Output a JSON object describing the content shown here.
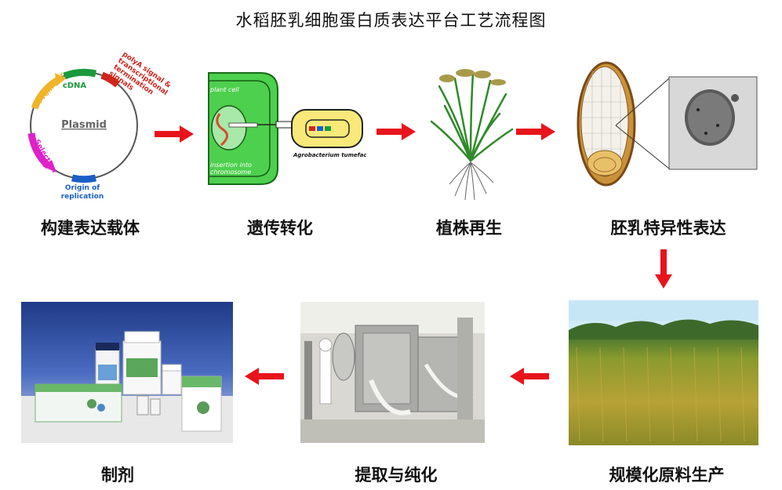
{
  "title": "水稻胚乳细胞蛋白质表达平台工艺流程图",
  "steps": [
    {
      "label": "构建表达载体"
    },
    {
      "label": "遗传转化"
    },
    {
      "label": "植株再生"
    },
    {
      "label": "胚乳特异性表达"
    },
    {
      "label": "规模化原料生产"
    },
    {
      "label": "提取与纯化"
    },
    {
      "label": "制剂"
    }
  ],
  "plasmid": {
    "center": "Plasmid",
    "cdna": "cDNA",
    "promoter": "Promoter",
    "selection": "Selection",
    "origin_line1": "Origin of",
    "origin_line2": "replication",
    "polya_line1": "polyA signal &",
    "polya_line2": "transcriptional",
    "polya_line3": "termination",
    "polya_line4": "signals"
  },
  "transform": {
    "plant_cell": "plant cell",
    "insert_line1": "insertion into",
    "insert_line2": "chromosome",
    "agro": "Agrobacterium tumefaciens"
  },
  "colors": {
    "arrow": "#e8141c",
    "plant_cell_green": "#3cc23c",
    "cdna_green": "#1a9a3a",
    "promoter_yellow": "#f0b429",
    "selection_magenta": "#e020c8",
    "origin_blue": "#1a5fc8",
    "polya_red": "#d0251c"
  }
}
